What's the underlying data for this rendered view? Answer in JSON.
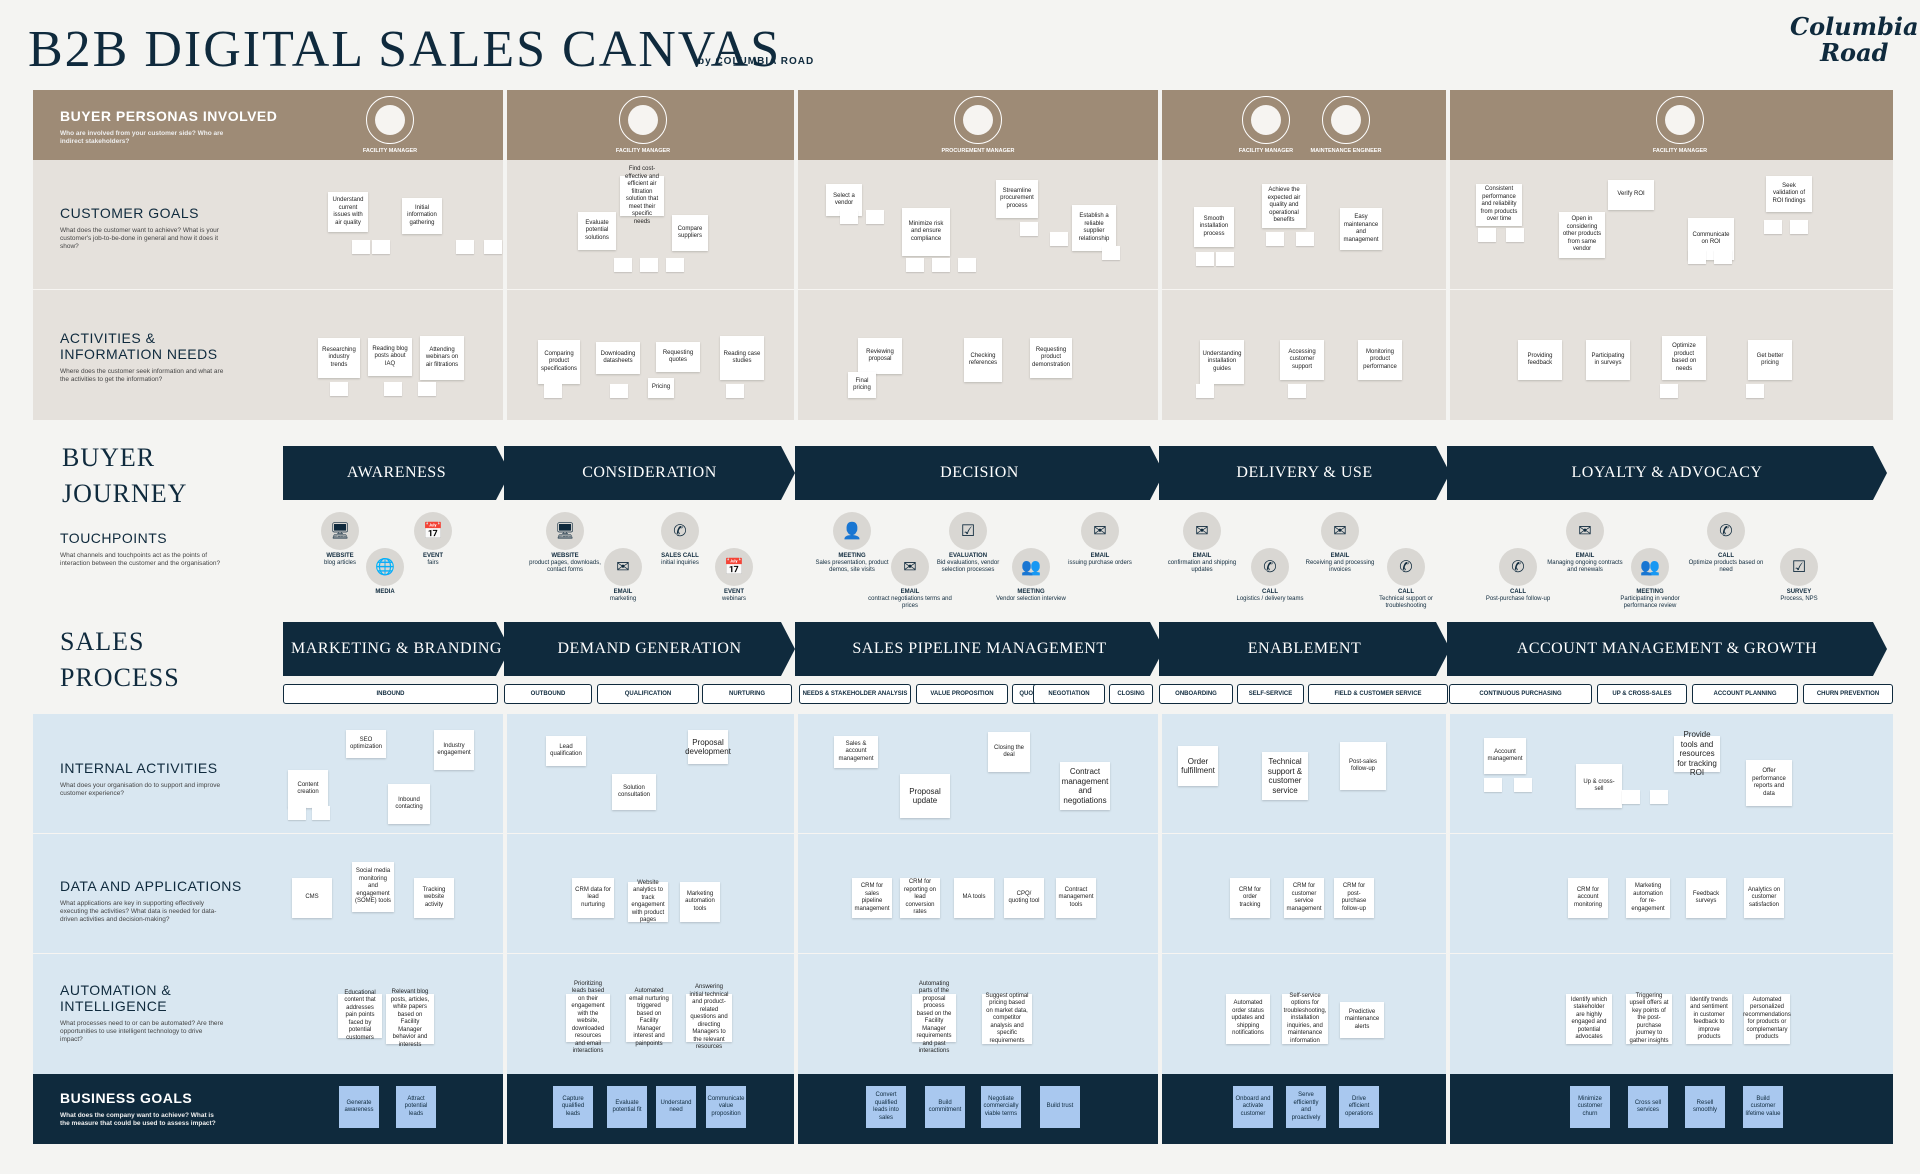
{
  "header": {
    "title": "B2B DIGITAL SALES CANVAS",
    "byline": "by COLUMBIA ROAD",
    "logo_line1": "Columbia",
    "logo_line2": "Road"
  },
  "rows": {
    "buyer_personas": {
      "title": "BUYER PERSONAS INVOLVED",
      "sub": "Who are involved from your customer side? Who are indirect stakeholders?"
    },
    "customer_goals": {
      "title": "CUSTOMER GOALS",
      "sub": "What does the customer want to achieve? What is your customer's job-to-be-done in general and how it does it show?"
    },
    "activities": {
      "title1": "ACTIVITIES &",
      "title2": "INFORMATION NEEDS",
      "sub": "Where does the customer seek information and what are the activities to get the information?"
    },
    "buyer_journey": {
      "line1": "BUYER",
      "line2": "JOURNEY"
    },
    "touchpoints": {
      "title": "TOUCHPOINTS",
      "sub": "What channels and touchpoints act as the points of interaction between the customer and the organisation?"
    },
    "sales_process": {
      "line1": "SALES",
      "line2": "PROCESS"
    },
    "internal": {
      "title": "INTERNAL ACTIVITIES",
      "sub": "What does your organisation do to support and improve customer experience?"
    },
    "data_apps": {
      "title": "DATA AND APPLICATIONS",
      "sub": "What applications are key in supporting effectively executing the activities? What data is needed for data-driven activities and decision-making?"
    },
    "automation": {
      "title1": "AUTOMATION &",
      "title2": "INTELLIGENCE",
      "sub": "What processes need to or can be automated? Are there opportunities to use intelligent technology to drive impact?"
    },
    "business_goals": {
      "title": "BUSINESS GOALS",
      "sub": "What does the company want to achieve? What is the measure that could be used to assess impact?"
    }
  },
  "personas": [
    "FACILITY MANAGER",
    "FACILITY MANAGER",
    "PROCUREMENT MANAGER",
    "FACILITY MANAGER",
    "MAINTENANCE ENGINEER",
    "FACILITY MANAGER"
  ],
  "journey": [
    "AWARENESS",
    "CONSIDERATION",
    "DECISION",
    "DELIVERY & USE",
    "LOYALTY & ADVOCACY"
  ],
  "sales": [
    "MARKETING & BRANDING",
    "DEMAND GENERATION",
    "SALES PIPELINE MANAGEMENT",
    "ENABLEMENT",
    "ACCOUNT MANAGEMENT & GROWTH"
  ],
  "substages": [
    "INBOUND",
    "OUTBOUND",
    "QUALIFICATION",
    "NURTURING",
    "NEEDS & STAKEHOLDER ANALYSIS",
    "VALUE PROPOSITION",
    "QUOTE",
    "NEGOTIATION",
    "CLOSING",
    "ONBOARDING",
    "SELF-SERVICE",
    "FIELD & CUSTOMER SERVICE",
    "CONTINUOUS PURCHASING",
    "UP & CROSS-SALES",
    "ACCOUNT PLANNING",
    "CHURN PREVENTION"
  ],
  "touchpoints": [
    {
      "t": "WEBSITE",
      "d": "blog articles",
      "icon": "laptop-icon",
      "g": "🖥"
    },
    {
      "t": "MEDIA",
      "d": "",
      "icon": "globe-icon",
      "g": "🌐"
    },
    {
      "t": "EVENT",
      "d": "fairs",
      "icon": "calendar-icon",
      "g": "📅"
    },
    {
      "t": "WEBSITE",
      "d": "product pages, downloads, contact forms",
      "icon": "laptop-icon",
      "g": "🖥"
    },
    {
      "t": "EMAIL",
      "d": "marketing",
      "icon": "mail-icon",
      "g": "✉"
    },
    {
      "t": "SALES CALL",
      "d": "initial inquiries",
      "icon": "phone-icon",
      "g": "✆"
    },
    {
      "t": "EVENT",
      "d": "webinars",
      "icon": "calendar-icon",
      "g": "📅"
    },
    {
      "t": "MEETING",
      "d": "Sales presentation, product demos, site visits",
      "icon": "person-icon",
      "g": "👤"
    },
    {
      "t": "EMAIL",
      "d": "contract negotiations terms and prices",
      "icon": "mail-icon",
      "g": "✉"
    },
    {
      "t": "EVALUATION",
      "d": "Bid evaluations, vendor selection processes",
      "icon": "checklist-icon",
      "g": "☑"
    },
    {
      "t": "MEETING",
      "d": "Vendor selection interview",
      "icon": "people-icon",
      "g": "👥"
    },
    {
      "t": "EMAIL",
      "d": "issuing purchase orders",
      "icon": "mail-icon",
      "g": "✉"
    },
    {
      "t": "EMAIL",
      "d": "confirmation and shipping updates",
      "icon": "mail-icon",
      "g": "✉"
    },
    {
      "t": "CALL",
      "d": "Logistics / delivery teams",
      "icon": "phone-icon",
      "g": "✆"
    },
    {
      "t": "EMAIL",
      "d": "Receiving and processing invoices",
      "icon": "mail-icon",
      "g": "✉"
    },
    {
      "t": "CALL",
      "d": "Technical support or troubleshooting",
      "icon": "phone-icon",
      "g": "✆"
    },
    {
      "t": "CALL",
      "d": "Post-purchase follow-up",
      "icon": "phone-icon",
      "g": "✆"
    },
    {
      "t": "EMAIL",
      "d": "Managing ongoing contracts and renewals",
      "icon": "mail-icon",
      "g": "✉"
    },
    {
      "t": "MEETING",
      "d": "Participating in vendor performance review",
      "icon": "people-icon",
      "g": "👥"
    },
    {
      "t": "CALL",
      "d": "Optimize products based on need",
      "icon": "phone-icon",
      "g": "✆"
    },
    {
      "t": "SURVEY",
      "d": "Process, NPS",
      "icon": "checklist-icon",
      "g": "☑"
    }
  ],
  "notes": [
    "Understand current issues with air quality",
    "Initial information gathering",
    "Find cost-effective and efficient air filtration solution that meet their specific needs",
    "Evaluate potential solutions",
    "Compare suppliers",
    "Select a vendor",
    "Minimize risk and ensure compliance",
    "Streamline procurement process",
    "Establish a reliable supplier relationship",
    "Smooth installation process",
    "Achieve the expected air quality and operational benefits",
    "Easy maintenance and management",
    "Consistent performance and reliability from products over time",
    "Open in considering other products from same vendor",
    "Verify ROI",
    "Communicate on ROI",
    "Seek validation of ROI findings",
    "Researching industry trends",
    "Reading blog posts about IAQ",
    "Attending webinars on air filtrations",
    "Comparing product specifications",
    "Downloading datasheets",
    "Requesting quotes",
    "Reading case studies",
    "Pricing",
    "Reviewing proposal",
    "Final pricing",
    "Checking references",
    "Requesting product demonstration",
    "Understanding installation guides",
    "Accessing customer support",
    "Monitoring product performance",
    "Providing feedback",
    "Participating in surveys",
    "Optimize product based on needs",
    "Get better pricing",
    "SEO optimization",
    "Industry engagement",
    "Content creation",
    "Inbound contacting",
    "Lead qualification",
    "Proposal development",
    "Solution consultation",
    "Sales & account management",
    "Closing the deal",
    "Proposal update",
    "Contract management and negotiations",
    "Order fulfillment",
    "Technical support & customer service",
    "Post-sales follow-up",
    "Account management",
    "Provide tools and resources for tracking ROI",
    "Up & cross-sell",
    "Offer performance reports and data",
    "CMS",
    "Social media monitoring and engagement (SOME) tools",
    "Tracking website activity",
    "CRM data for lead nurturing",
    "Website analytics to track engagement with product pages",
    "Marketing automation tools",
    "CRM for sales pipeline management",
    "CRM for reporting on lead conversion rates",
    "MA tools",
    "CPQ/ quoting tool",
    "Contract management tools",
    "CRM for order tracking",
    "CRM for customer service management",
    "CRM for post-purchase follow-up",
    "CRM for account monitoring",
    "Marketing automation for re-engagement",
    "Feedback surveys",
    "Analytics on customer satisfaction",
    "Educational content that addresses pain points faced by potential customers",
    "Relevant blog posts, articles, white papers based on Facility Manager behavior and interests",
    "Prioritizing leads based on their engagement with the website, downloaded resources and email interactions",
    "Automated email nurturing triggered based on Facility Manager interest and painpoints",
    "Answering initial technical and product-related questions and directing Managers to the relevant resources",
    "Automating parts of the proposal process based on the Facility Manager requirements and past interactions",
    "Suggest optimal pricing based on market data, competitor analysis and specific requirements",
    "Automated order status updates and shipping notifications",
    "Self-service options for troubleshooting, installation inquiries, and maintenance information",
    "Predictive maintenance alerts",
    "Identify which stakeholder are highly engaged and potential advocates",
    "Triggering upsell offers at key points of the post-purchase journey to gather insights",
    "Identify trends and sentiment in customer feedback to improve products",
    "Automated personalized recommendations for products or complementary products"
  ],
  "business_goals": [
    "Generate awareness",
    "Attract potential leads",
    "Capture qualified leads",
    "Evaluate potential fit",
    "Understand need",
    "Communicate value proposition",
    "Convert qualified leads into sales",
    "Build commitment",
    "Negotiate commercially viable terms",
    "Build trust",
    "Onboard and activate customer",
    "Serve efficiently and proactively",
    "Drive efficient operations",
    "Minimize customer churn",
    "Cross sell services",
    "Resell smoothly",
    "Build customer lifetime value"
  ]
}
